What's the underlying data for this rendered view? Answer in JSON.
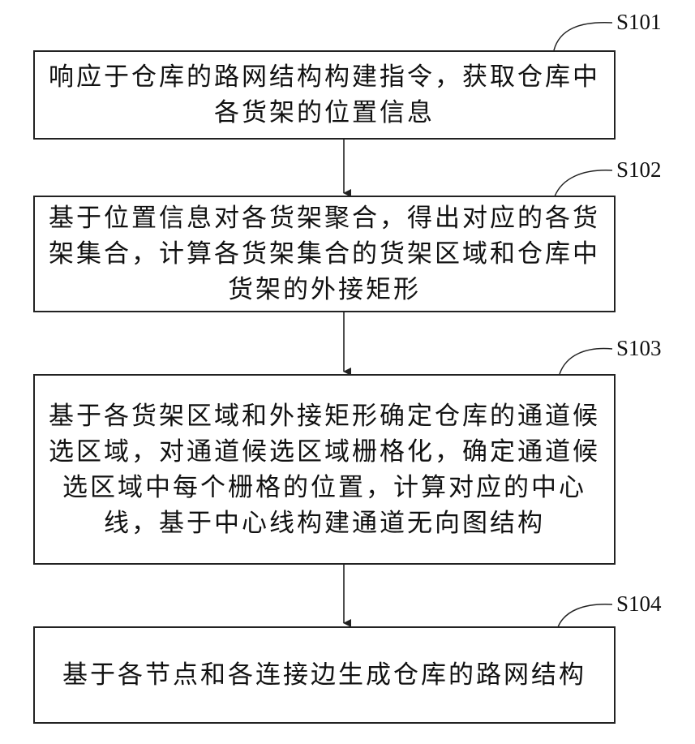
{
  "steps": [
    {
      "label": "S101",
      "text": "响应于仓库的路网结构构建指令，获取仓库中各货架的位置信息"
    },
    {
      "label": "S102",
      "text": "基于位置信息对各货架聚合，得出对应的各货架集合，计算各货架集合的货架区域和仓库中货架的外接矩形"
    },
    {
      "label": "S103",
      "text": "基于各货架区域和外接矩形确定仓库的通道候选区域，对通道候选区域栅格化，确定通道候选区域中每个栅格的位置，计算对应的中心线，基于中心线构建通道无向图结构"
    },
    {
      "label": "S104",
      "text": "基于各节点和各连接边生成仓库的路网结构"
    }
  ]
}
